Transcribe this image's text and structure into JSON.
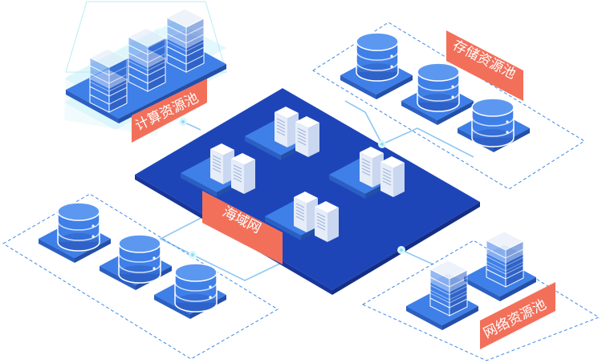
{
  "labels": {
    "compute": "计算资源池",
    "storage": "存储资源池",
    "core": "海域网",
    "network": "网络资源池"
  },
  "colors": {
    "core_dark": "#1f3fb0",
    "core_mid": "#2457d8",
    "tile": "#3d7de6",
    "tile_side": "#2b5fc2",
    "label_bg": "#f2705a",
    "dash": "#3d88e8",
    "glow": "#8fdcf0"
  }
}
